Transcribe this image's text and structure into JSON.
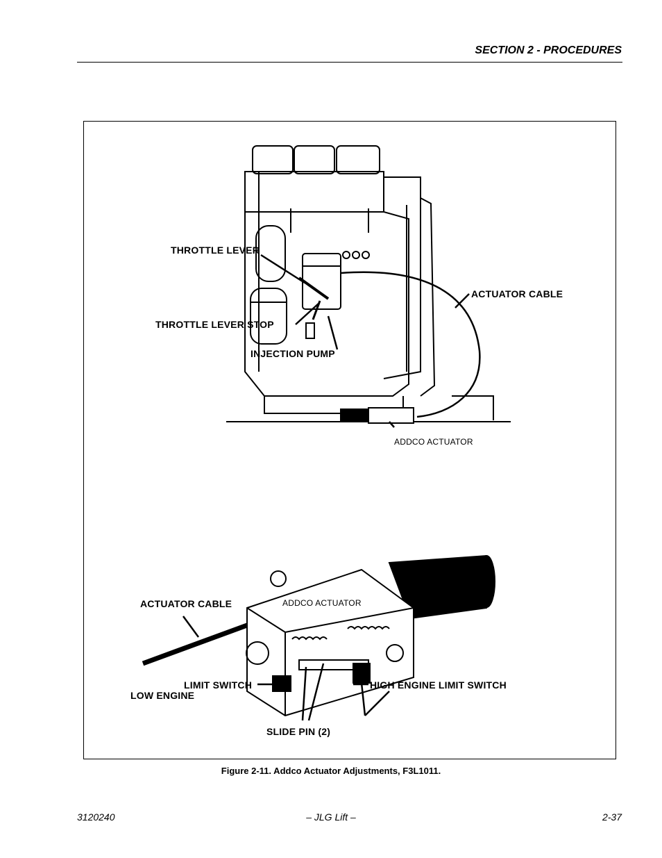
{
  "header": {
    "section_title": "SECTION 2 - PROCEDURES"
  },
  "figure": {
    "top_labels": {
      "throttle_lever": "THROTTLE LEVER",
      "throttle_lever_stop": "THROTTLE LEVER STOP",
      "injection_pump": "INJECTION PUMP",
      "actuator_cable": "ACTUATOR CABLE",
      "addco_actuator": "ADDCO ACTUATOR"
    },
    "bottom_labels": {
      "actuator_cable": "ACTUATOR CABLE",
      "addco_actuator": "ADDCO ACTUATOR",
      "limit_switch": "LIMIT SWITCH",
      "low_engine": "LOW ENGINE",
      "high_engine_limit_switch": "HIGH ENGINE LIMIT SWITCH",
      "slide_pin": "SLIDE PIN (2)"
    },
    "caption": "Figure 2-11.  Addco Actuator Adjustments, F3L1011."
  },
  "footer": {
    "doc_number": "3120240",
    "publisher": "– JLG Lift –",
    "page_number": "2-37"
  }
}
